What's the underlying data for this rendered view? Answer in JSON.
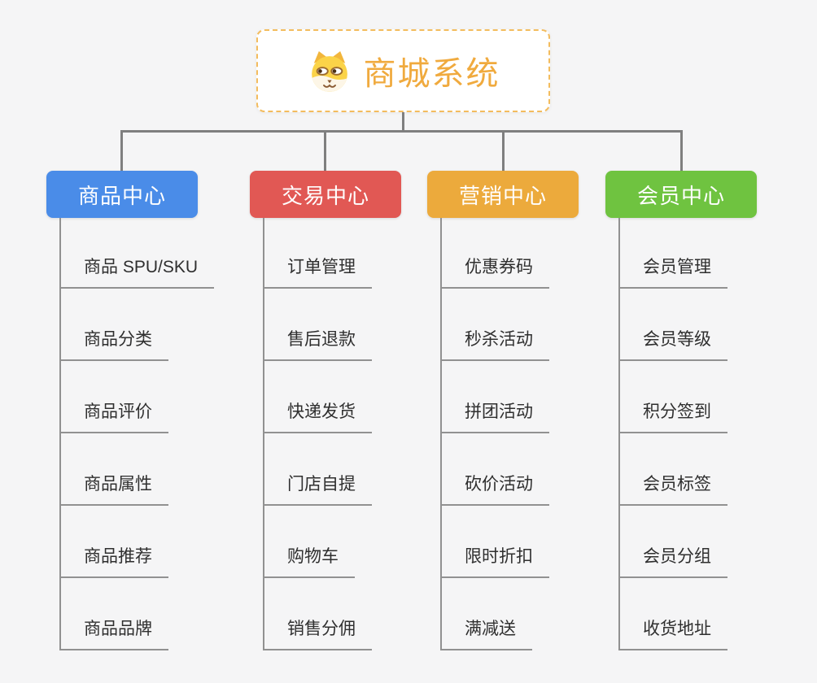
{
  "page": {
    "background": "#f5f5f6"
  },
  "root": {
    "title": "商城系统",
    "icon": "dog-face-icon",
    "text_color": "#f0aa3e",
    "border_color": "#f3bc5e",
    "fill_color": "#ffffff"
  },
  "connectors": {
    "color": "#7f7f7f",
    "leaf_line_color": "#919191"
  },
  "branches": [
    {
      "label": "商品中心",
      "color": "#4a8ce8",
      "items": [
        "商品 SPU/SKU",
        "商品分类",
        "商品评价",
        "商品属性",
        "商品推荐",
        "商品品牌"
      ]
    },
    {
      "label": "交易中心",
      "color": "#e15854",
      "items": [
        "订单管理",
        "售后退款",
        "快递发货",
        "门店自提",
        "购物车",
        "销售分佣"
      ]
    },
    {
      "label": "营销中心",
      "color": "#ecaa3c",
      "items": [
        "优惠券码",
        "秒杀活动",
        "拼团活动",
        "砍价活动",
        "限时折扣",
        "满减送"
      ]
    },
    {
      "label": "会员中心",
      "color": "#6fc340",
      "items": [
        "会员管理",
        "会员等级",
        "积分签到",
        "会员标签",
        "会员分组",
        "收货地址"
      ]
    }
  ]
}
